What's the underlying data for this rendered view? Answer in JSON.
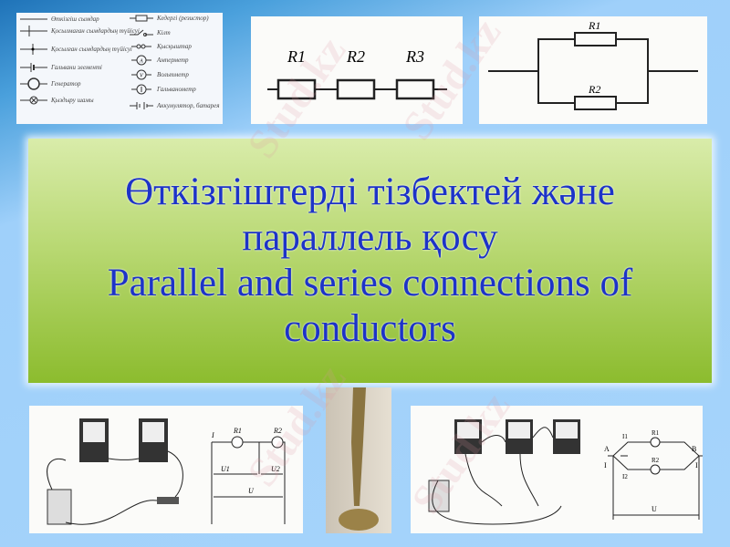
{
  "title": {
    "line1": "Өткізгіштерді  тізбектей және",
    "line2": "параллель қосу",
    "line3": "Parallel and series connections of",
    "line4": "conductors"
  },
  "symbols": {
    "left": [
      "Өткізгіш сымдар",
      "Қосылмаған сымдардың түйісуі",
      "Қосылған сымдардың түйісуі",
      "Гальвани элементі",
      "Генератор",
      "Қыздыру шамы"
    ],
    "right": [
      "Кедергі (резистор)",
      "Кілт",
      "Қысқыштар",
      "Амперметр",
      "Вольтметр",
      "Гальванометр",
      "Аккумулятор, батарея"
    ]
  },
  "series_diagram": {
    "labels": [
      "R1",
      "R2",
      "R3"
    ]
  },
  "parallel_diagram": {
    "labels": [
      "R1",
      "R2"
    ]
  },
  "circuit1": {
    "labels": {
      "I": "I",
      "R1": "R1",
      "R2": "R2",
      "U1": "U1",
      "U2": "U2",
      "U": "U"
    }
  },
  "circuit2": {
    "labels": {
      "A": "A",
      "B": "B",
      "I_in": "I",
      "I_out": "I",
      "I1": "I1",
      "I2": "I2",
      "R1": "R1",
      "R2": "R2",
      "U": "U"
    }
  },
  "watermark": "Stud.kz"
}
